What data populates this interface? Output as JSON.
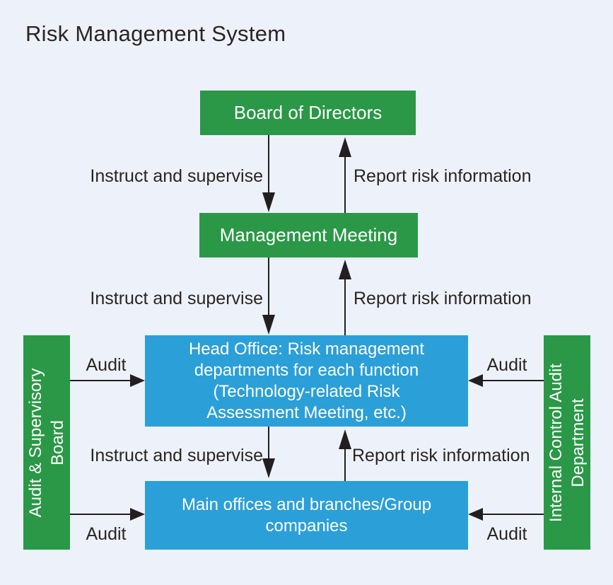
{
  "page": {
    "title": "Risk Management System"
  },
  "colors": {
    "background": "#edf2fa",
    "green": "#2a9846",
    "blue": "#2b9fd8",
    "node_text": "#ffffff",
    "label_text": "#2b2422",
    "arrow": "#231f20"
  },
  "nodes": {
    "board": {
      "label": "Board of Directors"
    },
    "management": {
      "label": "Management Meeting"
    },
    "head_office": {
      "label": "Head Office: Risk management departments for each function (Technology-related Risk Assessment Meeting, etc.)"
    },
    "main_offices": {
      "label": "Main offices and branches/Group companies"
    },
    "audit_supervisory": {
      "label": "Audit & Supervisory Board"
    },
    "internal_control": {
      "label": "Internal Control Audit Department"
    }
  },
  "edge_labels": {
    "instruct": "Instruct and supervise",
    "report": "Report risk information",
    "audit": "Audit"
  }
}
